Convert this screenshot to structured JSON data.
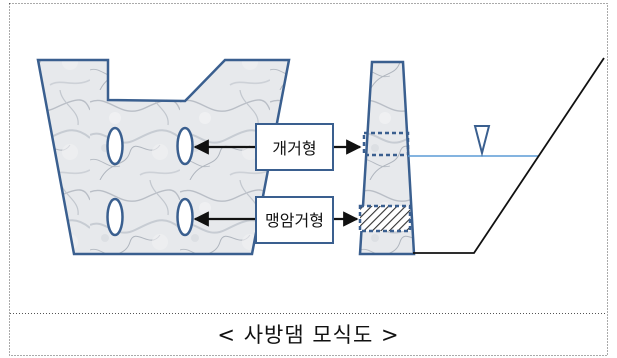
{
  "labels": {
    "open_type": "개거형",
    "closed_type": "맹암거형"
  },
  "caption": "< 사방댐 모식도 >",
  "colors": {
    "outline": "#3a5f8f",
    "arrow": "#111111",
    "water_line": "#5b9bd5",
    "frame_dots": "#555555",
    "marble_base": "#e6e8eb"
  },
  "icons": {
    "water_level": "water-level-triangle-icon"
  }
}
